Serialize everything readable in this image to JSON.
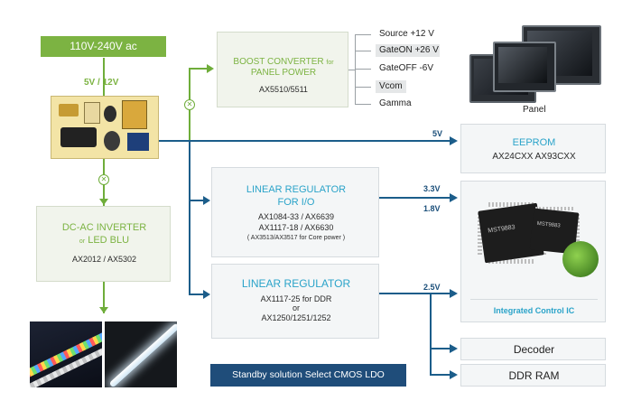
{
  "power": {
    "ac_input": "110V-240V ac",
    "output_voltage": "5V / 12V"
  },
  "boost": {
    "title": "BOOST CONVERTER",
    "title_for": "for",
    "title_line2": "PANEL POWER",
    "parts": "AX5510/5511"
  },
  "outputs": [
    "Source  +12 V",
    "GateON +26 V",
    "GateOFF -6V",
    "Vcom",
    "Gamma"
  ],
  "panel": {
    "label": "Panel"
  },
  "eeprom": {
    "title": "EEPROM",
    "parts": "AX24CXX AX93CXX",
    "voltage": "5V"
  },
  "linreg1": {
    "title_line1": "LINEAR REGULATOR",
    "title_line2": "FOR I/O",
    "parts_line1": "AX1084-33 / AX6639",
    "parts_line2": "AX1117-18 / AX6630",
    "note": "( AX3513/AX3517 for Core power )",
    "voltage_a": "3.3V",
    "voltage_b": "1.8V"
  },
  "linreg2": {
    "title": "LINEAR REGULATOR",
    "parts_line1": "AX1117-25 for DDR",
    "parts_line2": "or",
    "parts_line3": "AX1250/1251/1252",
    "voltage": "2.5V"
  },
  "ic": {
    "label": "Integrated Control IC",
    "chip1_text": "MST9883",
    "chip2_text": "MST9883"
  },
  "dc_ac": {
    "title_line1": "DC-AC INVERTER",
    "title_or": "or",
    "title_line2": "LED BLU",
    "parts": "AX2012 / AX5302"
  },
  "decoder": {
    "label": "Decoder"
  },
  "ddr": {
    "label": "DDR RAM"
  },
  "standby": {
    "label": "Standby solution Select CMOS LDO"
  },
  "colors": {
    "green": "#7cb342",
    "cyan": "#2aa3c9",
    "navy": "#1b4f7a",
    "wire": "#1b5d8a"
  }
}
